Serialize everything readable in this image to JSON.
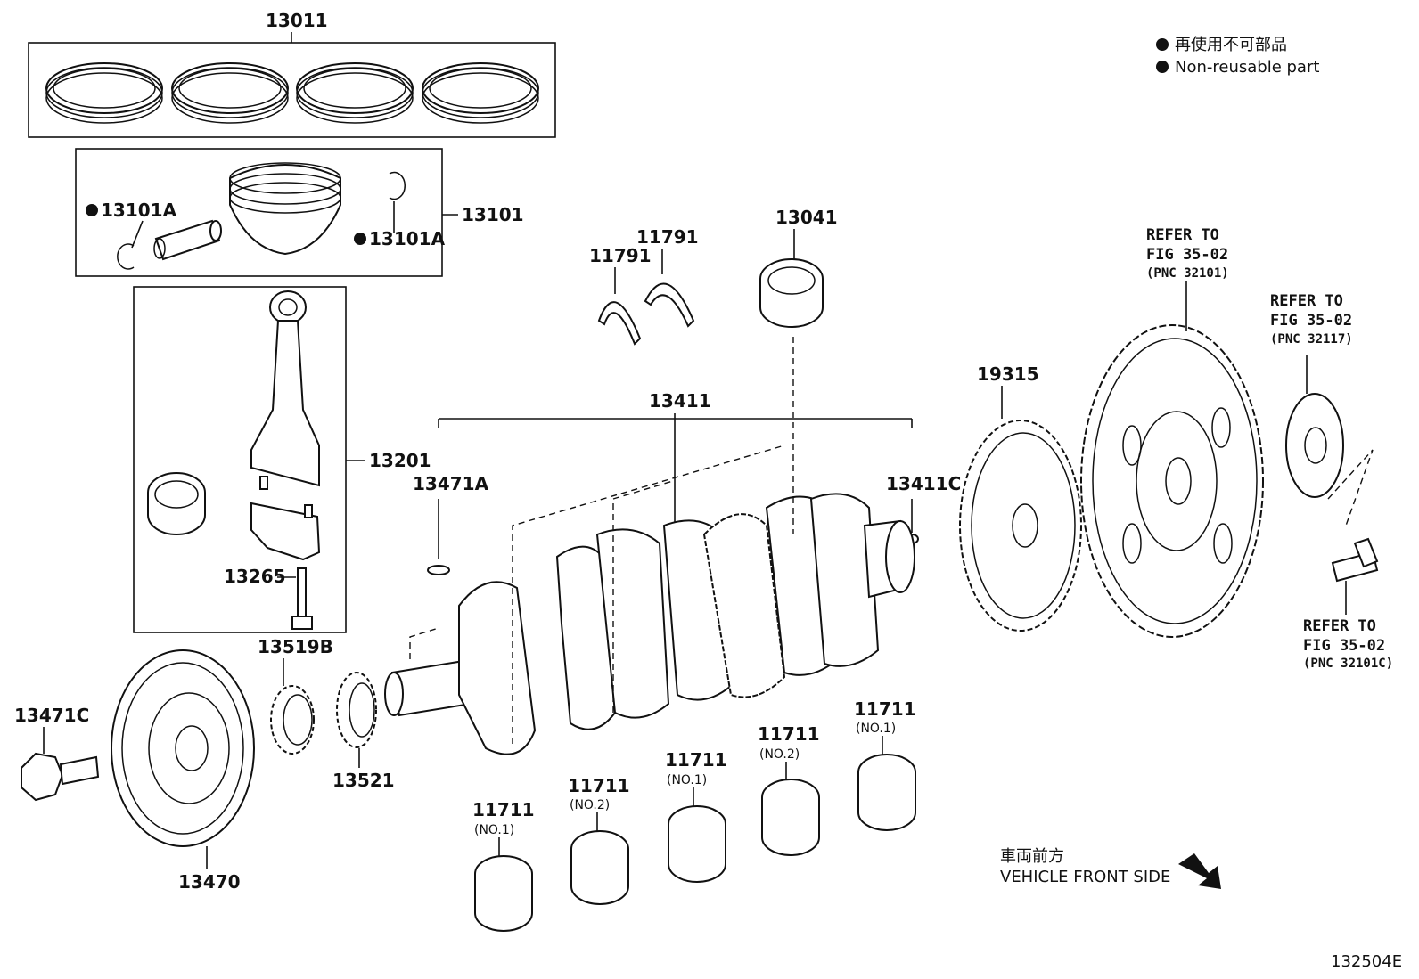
{
  "legend": {
    "jp": "再使用不可部品",
    "en": "Non-reusable part"
  },
  "labels": {
    "p13011": "13011",
    "p13101": "13101",
    "p13101a_left": "13101A",
    "p13101a_right": "13101A",
    "p13201": "13201",
    "p13265": "13265",
    "p13519b": "13519B",
    "p13521": "13521",
    "p13471c": "13471C",
    "p13470": "13470",
    "p13471a": "13471A",
    "p13411": "13411",
    "p13411c": "13411C",
    "p11791_left": "11791",
    "p11791_right": "11791",
    "p13041": "13041",
    "p19315": "19315"
  },
  "bearings": [
    {
      "num": "11711",
      "sub": "(NO.1)"
    },
    {
      "num": "11711",
      "sub": "(NO.2)"
    },
    {
      "num": "11711",
      "sub": "(NO.1)"
    },
    {
      "num": "11711",
      "sub": "(NO.2)"
    },
    {
      "num": "11711",
      "sub": "(NO.1)"
    }
  ],
  "refers": [
    {
      "line1": "REFER TO",
      "line2": "FIG 35-02",
      "line3": "(PNC 32101)"
    },
    {
      "line1": "REFER TO",
      "line2": "FIG 35-02",
      "line3": "(PNC 32117)"
    },
    {
      "line1": "REFER TO",
      "line2": "FIG 35-02",
      "line3": "(PNC 32101C)"
    }
  ],
  "front_side": {
    "jp": "車両前方",
    "en": "VEHICLE FRONT SIDE"
  },
  "figure_id": "132504E"
}
